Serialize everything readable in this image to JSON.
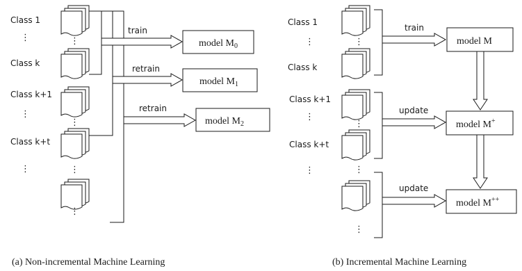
{
  "left": {
    "class_labels": [
      "Class 1",
      "Class k",
      "Class k+1",
      "Class k+t"
    ],
    "vdots": "⋮",
    "arrows": [
      {
        "label": "train"
      },
      {
        "label": "retrain"
      },
      {
        "label": "retrain"
      }
    ],
    "models": [
      {
        "base": "model M",
        "sub": "0"
      },
      {
        "base": "model M",
        "sub": "1"
      },
      {
        "base": "model M",
        "sub": "2"
      }
    ],
    "caption": "(a) Non-incremental  Machine Learning"
  },
  "right": {
    "class_labels": [
      "Class 1",
      "Class k",
      "Class k+1",
      "Class k+t"
    ],
    "vdots": "⋮",
    "arrows": [
      {
        "label": "train"
      },
      {
        "label": "update"
      },
      {
        "label": "update"
      }
    ],
    "models": [
      {
        "base": "model M",
        "sup": ""
      },
      {
        "base": "model M",
        "sup": "+"
      },
      {
        "base": "model M",
        "sup": "++"
      }
    ],
    "caption": "(b) Incremental  Machine Learning"
  }
}
